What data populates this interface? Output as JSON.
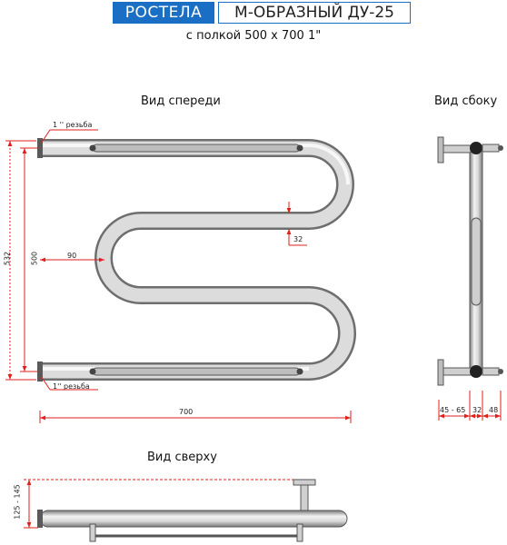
{
  "header": {
    "brand": "РОСТЕЛА",
    "model": "М-ОБРАЗНЫЙ ДУ-25",
    "subtitle": "с полкой 500 х 700 1\""
  },
  "views": {
    "front": "Вид спереди",
    "side": "Вид сбоку",
    "top": "Вид сверху"
  },
  "dimensions": {
    "thread_top": "1 '' резьба",
    "thread_bottom": "1'' резьба",
    "height_total": "532",
    "height_centers": "500",
    "offset_left": "90",
    "gap": "32",
    "width": "700",
    "side_wall": "45 - 65",
    "side_mid": "32",
    "side_right": "48",
    "top_depth": "125 - 145"
  },
  "colors": {
    "brand_blue": "#1a6fc4",
    "dimension_red": "#e0201c",
    "pipe_light": "#e6e6e6",
    "pipe_dark": "#8a8a8a"
  }
}
